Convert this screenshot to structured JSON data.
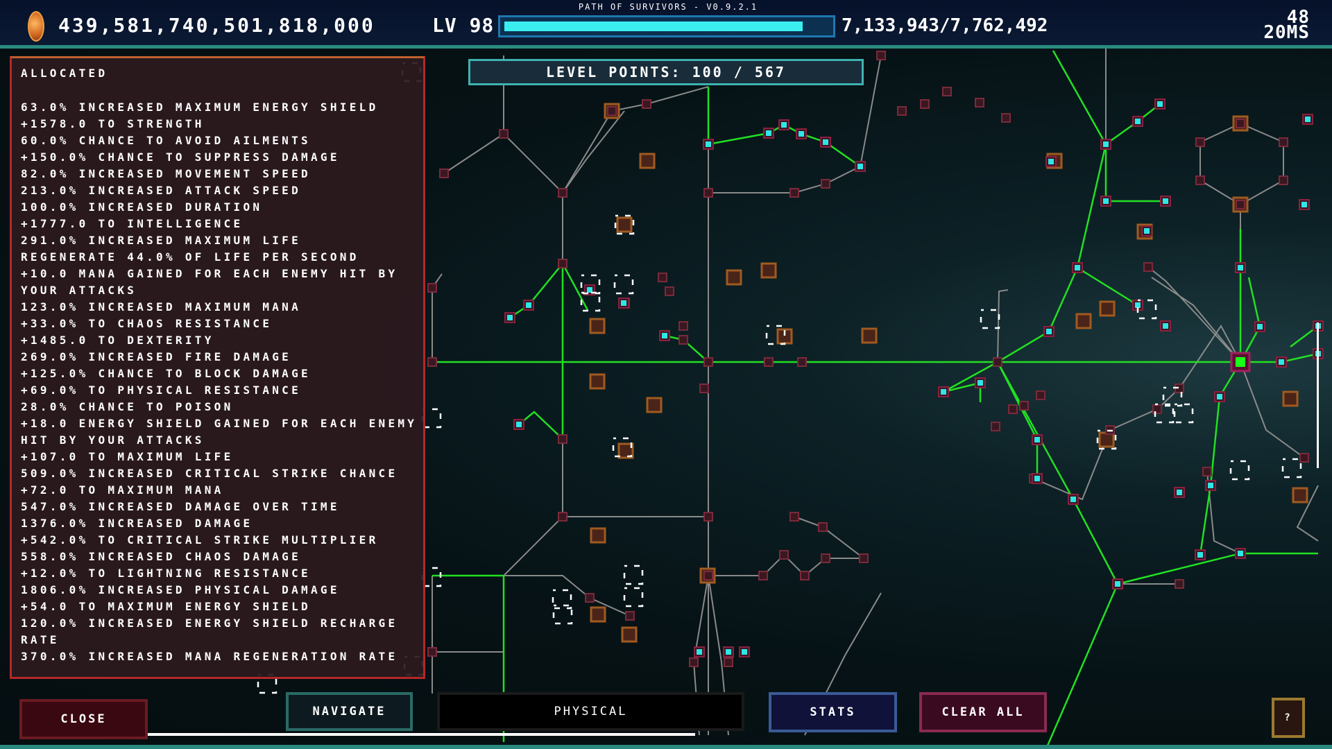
{
  "header": {
    "title": "PATH OF SURVIVORS - V0.9.2.1",
    "gold": "439,581,740,501,818,000",
    "level": "LV 98",
    "xp_text": "7,133,943/7,762,492",
    "xp_current": 7133943,
    "xp_max": 7762492,
    "fps": "48",
    "frame_time": "20MS"
  },
  "level_points": "LEVEL POINTS: 100 / 567",
  "allocated_panel": {
    "title": "ALLOCATED",
    "stats": [
      "63.0% INCREASED MAXIMUM ENERGY SHIELD",
      "+1578.0 TO STRENGTH",
      "60.0% CHANCE TO AVOID AILMENTS",
      "+150.0% CHANCE TO SUPPRESS DAMAGE",
      "82.0% INCREASED MOVEMENT SPEED",
      "213.0% INCREASED ATTACK SPEED",
      "100.0% INCREASED DURATION",
      "+1777.0 TO INTELLIGENCE",
      "291.0% INCREASED MAXIMUM LIFE",
      "REGENERATE 44.0% OF LIFE PER SECOND",
      "+10.0 MANA GAINED FOR EACH ENEMY HIT BY YOUR ATTACKS",
      "123.0% INCREASED MAXIMUM MANA",
      "+33.0% TO CHAOS RESISTANCE",
      "+1485.0 TO DEXTERITY",
      "269.0% INCREASED FIRE DAMAGE",
      "+125.0% CHANCE TO BLOCK DAMAGE",
      "+69.0% TO PHYSICAL RESISTANCE",
      "28.0% CHANCE TO POISON",
      "+18.0 ENERGY SHIELD GAINED FOR EACH ENEMY HIT BY YOUR ATTACKS",
      "+107.0 TO MAXIMUM LIFE",
      "509.0% INCREASED CRITICAL STRIKE CHANCE",
      "+72.0 TO MAXIMUM MANA",
      "547.0% INCREASED DAMAGE OVER TIME",
      "1376.0% INCREASED DAMAGE",
      "+542.0% TO CRITICAL STRIKE MULTIPLIER",
      "558.0% INCREASED CHAOS DAMAGE",
      "+12.0% TO LIGHTNING RESISTANCE",
      "1806.0% INCREASED PHYSICAL DAMAGE",
      "+54.0 TO MAXIMUM ENERGY SHIELD",
      "120.0% INCREASED ENERGY SHIELD RECHARGE RATE",
      "370.0% INCREASED MANA REGENERATION RATE"
    ]
  },
  "buttons": {
    "close": "CLOSE",
    "navigate": "NAVIGATE",
    "physical": "PHYSICAL",
    "stats": "STATS",
    "clear_all": "CLEAR ALL",
    "help": "?"
  },
  "colors": {
    "allocated_edge": "#22e022",
    "unallocated_edge": "#8a8a8a",
    "allocated_node": "#2ee6e6",
    "root_node": "#18ff18",
    "xp_fill": "#3aeef0"
  }
}
